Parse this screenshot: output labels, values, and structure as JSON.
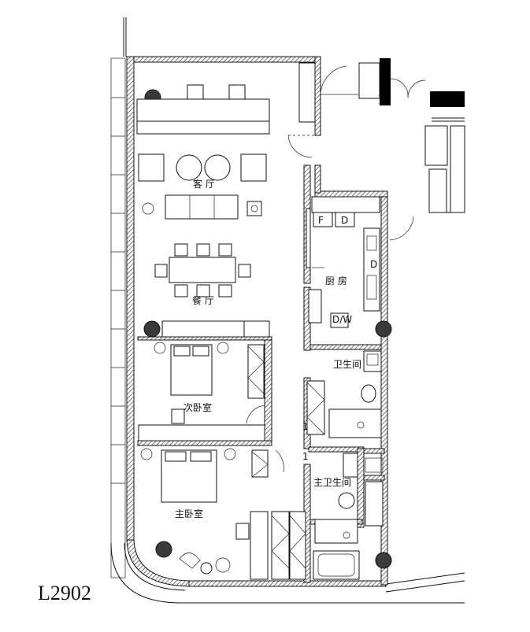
{
  "plan": {
    "unit_code": "L2902",
    "rooms": {
      "living": "客 厅",
      "dining": "餐 厅",
      "kitchen": "厨 房",
      "bath": "卫生间",
      "second_bedroom": "次卧室",
      "master_bath": "主卫生间",
      "master_bedroom": "主卧室"
    },
    "appliances": {
      "fridge": "F",
      "combo": "D",
      "kitchen_d": "D",
      "washer_dryer": "D/W",
      "bath_one": "1",
      "master_one": "1"
    }
  }
}
